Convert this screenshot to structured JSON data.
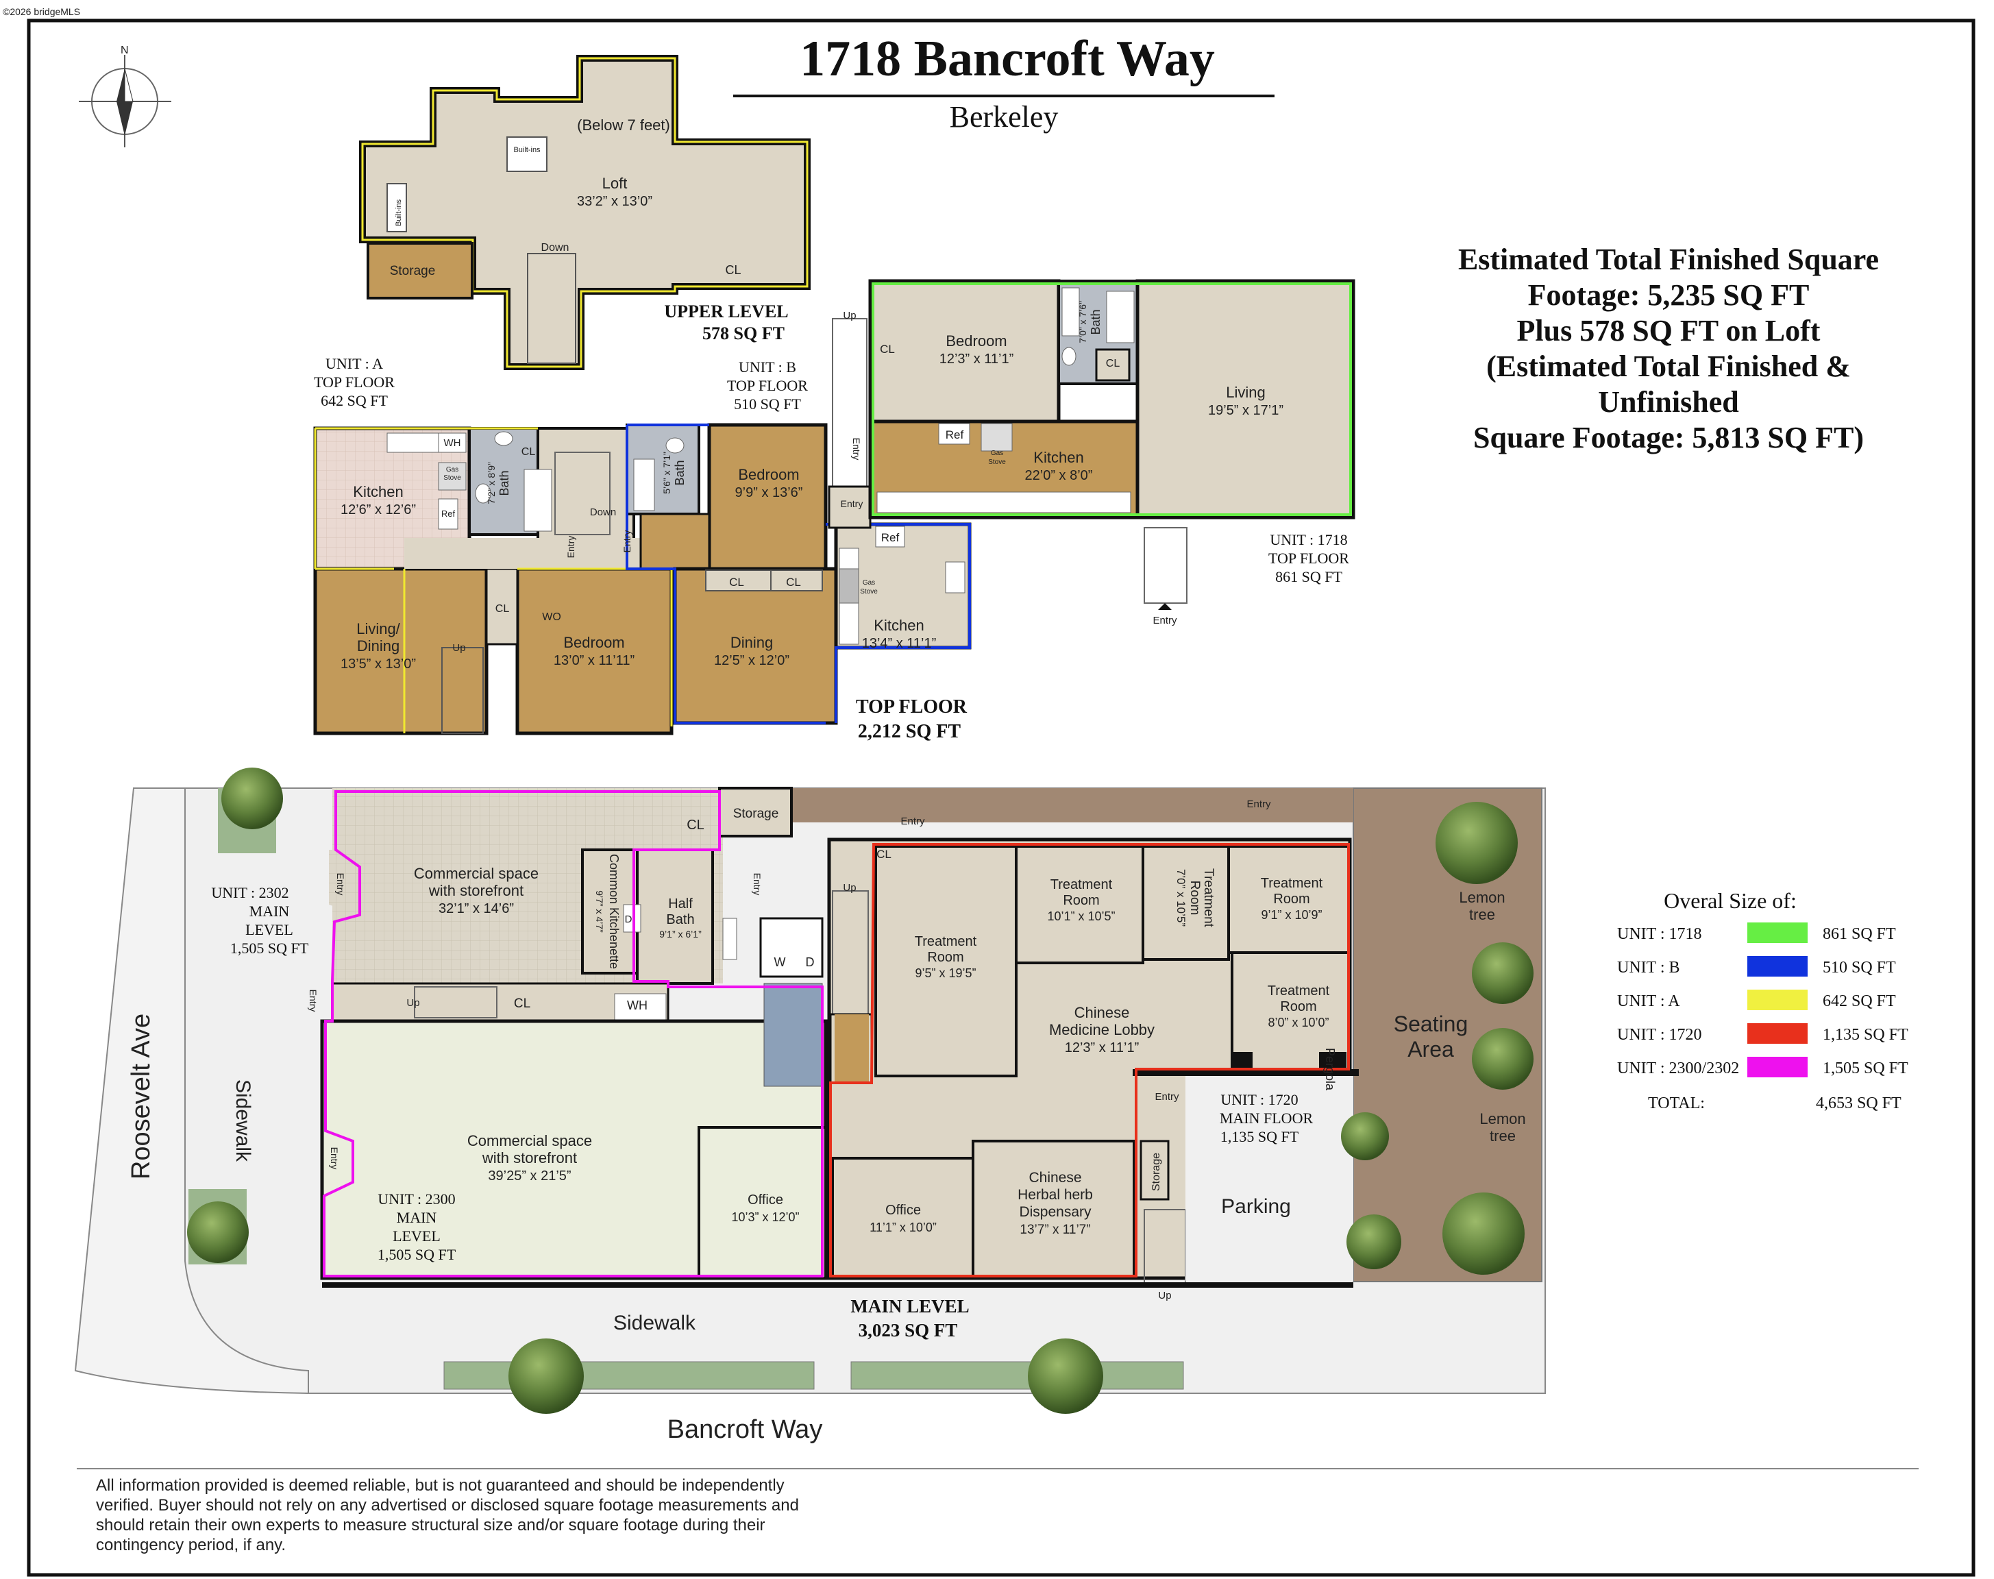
{
  "watermark": "©2026 bridgeMLS",
  "header": {
    "title": "1718 Bancroft Way",
    "subtitle": "Berkeley"
  },
  "compass": {
    "label": "N"
  },
  "totals": {
    "lines": [
      "Estimated Total Finished Square",
      "Footage: 5,235 SQ FT",
      "Plus 578 SQ FT on Loft",
      "(Estimated Total Finished &",
      "Unfinished",
      "Square Footage: 5,813 SQ FT)"
    ]
  },
  "legend": {
    "title": "Overal Size of:",
    "rows": [
      {
        "unit": "UNIT   : 1718",
        "color": "#66ee44",
        "sqft": "861 SQ FT"
      },
      {
        "unit": "UNIT   : B",
        "color": "#1033dd",
        "sqft": "510 SQ FT"
      },
      {
        "unit": "UNIT   : A",
        "color": "#f0f040",
        "sqft": "642 SQ FT"
      },
      {
        "unit": "UNIT   : 1720",
        "color": "#e8301c",
        "sqft": "1,135 SQ FT"
      },
      {
        "unit": "UNIT   : 2300/2302",
        "color": "#ee11ee",
        "sqft": "1,505 SQ FT"
      }
    ],
    "total_label": "TOTAL:",
    "total_value": "4,653 SQ FT"
  },
  "outline_colors": {
    "unit_1718": "#66ee44",
    "unit_b": "#1033dd",
    "unit_a": "#f0f040",
    "unit_1720": "#e8301c",
    "unit_2300": "#ee11ee"
  },
  "upper_level": {
    "label": "UPPER LEVEL",
    "sqft": "578 SQ FT",
    "below": "(Below 7 feet)",
    "builtins": "Built-ins",
    "builtins_side": "Built-ins",
    "loft_name": "Loft",
    "loft_dim": "33’2” x 13’0”",
    "storage": "Storage",
    "down": "Down",
    "cl": "CL"
  },
  "top_floor": {
    "label": "TOP FLOOR",
    "sqft": "2,212 SQ FT",
    "unit_a": {
      "lines": [
        "UNIT   : A",
        "TOP FLOOR",
        "642 SQ FT"
      ]
    },
    "unit_b": {
      "lines": [
        "UNIT   : B",
        "TOP FLOOR",
        "510 SQ FT"
      ]
    },
    "unit_1718": {
      "lines": [
        "UNIT   : 1718",
        "TOP FLOOR",
        "861 SQ FT"
      ]
    },
    "a_kitchen": {
      "name": "Kitchen",
      "dim": "12’6” x 12’6”"
    },
    "a_living": {
      "name1": "Living/",
      "name2": "Dining",
      "dim": "13’5” x 13’0”"
    },
    "a_bedroom": {
      "name": "Bedroom",
      "dim": "13’0” x 11’11”"
    },
    "a_bath": {
      "name": "Bath",
      "dim": "7’2” x 8’9”"
    },
    "b_bedroom": {
      "name": "Bedroom",
      "dim": "9’9” x 13’6”"
    },
    "b_bath": {
      "name": "Bath",
      "dim": "5’6” x 7’1”"
    },
    "b_dining": {
      "name": "Dining",
      "dim": "12’5” x 12’0”"
    },
    "b_kitchen": {
      "name": "Kitchen",
      "dim": "13’4” x 11’1”"
    },
    "u_bedroom": {
      "name": "Bedroom",
      "dim": "12’3” x 11’1”"
    },
    "u_bath": {
      "name": "Bath",
      "dim": "7’0” x 7’6”"
    },
    "u_kitchen": {
      "name": "Kitchen",
      "dim": "22’0” x 8’0”"
    },
    "u_living": {
      "name": "Living",
      "dim": "19’5” x 17’1”"
    },
    "wh": "WH",
    "ref": "Ref",
    "gas_stove": "Gas Stove",
    "gas": "Gas",
    "stove": "Stove",
    "cl": "CL",
    "wo": "WO",
    "up": "Up",
    "down": "Down",
    "entry": "Entry"
  },
  "main_level": {
    "label": "MAIN LEVEL",
    "sqft": "3,023 SQ FT",
    "unit_2302": {
      "lines": [
        "UNIT   : 2302",
        "MAIN",
        "LEVEL",
        "1,505 SQ FT"
      ]
    },
    "unit_2300": {
      "lines": [
        "UNIT   : 2300",
        "MAIN",
        "LEVEL",
        "1,505 SQ FT"
      ]
    },
    "unit_1720": {
      "lines": [
        "UNIT   : 1720",
        "MAIN FLOOR",
        "1,135 SQ FT"
      ]
    },
    "comm_top": {
      "name1": "Commercial space",
      "name2": "with storefront",
      "dim": "32’1” x 14’6”"
    },
    "comm_main": {
      "name1": "Commercial space",
      "name2": "with storefront",
      "dim": "39’25” x 21’5”"
    },
    "kitchenette": {
      "name": "Common Kitchenette",
      "dim": "9’7” x 4’7”"
    },
    "half_bath": {
      "name1": "Half",
      "name2": "Bath",
      "dim": "9’1” x 6’1”"
    },
    "office_a": {
      "name": "Office",
      "dim": "10’3” x 12’0”"
    },
    "office_b": {
      "name": "Office",
      "dim": "11’1” x 10’0”"
    },
    "herbal": {
      "name1": "Chinese",
      "name2": "Herbal herb",
      "name3": "Dispensary",
      "dim": "13’7” x 11’7”"
    },
    "lobby": {
      "name1": "Chinese",
      "name2": "Medicine Lobby",
      "dim": "12’3” x 11’1”"
    },
    "tr1": {
      "name1": "Treatment",
      "name2": "Room",
      "dim": "9’5” x 19’5”"
    },
    "tr2": {
      "name1": "Treatment",
      "name2": "Room",
      "dim": "10’1” x 10’5”"
    },
    "tr3": {
      "name1": "Treatment",
      "name2": "Room",
      "dim": "7’0” x 10’5”"
    },
    "tr4": {
      "name1": "Treatment",
      "name2": "Room",
      "dim": "9’1” x 10’9”"
    },
    "tr5": {
      "name1": "Treatment",
      "name2": "Room",
      "dim": "8’0” x 10’0”"
    },
    "storage": "Storage",
    "cl": "CL",
    "wh": "WH",
    "w": "W",
    "d": "D",
    "up": "Up",
    "entry": "Entry",
    "parking": "Parking",
    "pergola": "Pergola",
    "seating1": "Seating",
    "seating2": "Area",
    "lemon": "Lemon",
    "tree": "tree"
  },
  "streets": {
    "roosevelt": "Roosevelt Ave",
    "bancroft": "Bancroft Way",
    "sidewalk": "Sidewalk"
  },
  "disclaimer": [
    "All information provided is deemed reliable, but is not guaranteed and should be independently",
    "verified. Buyer should not rely on any advertised or disclosed square footage measurements and",
    "should retain their own experts to measure structural size and/or square footage during their",
    "contingency period, if any."
  ]
}
